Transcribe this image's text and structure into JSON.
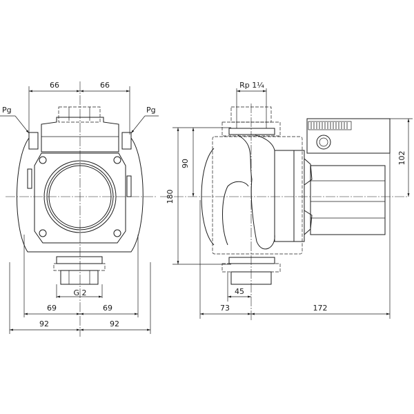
{
  "drawing": {
    "front_view": {
      "dim_top_left": "66",
      "dim_top_right": "66",
      "label_pg_left": "Pg",
      "label_pg_right": "Pg",
      "dim_thread": "G 2",
      "dim_69_left": "69",
      "dim_69_right": "69",
      "dim_92_left": "92",
      "dim_92_right": "92"
    },
    "side_view": {
      "dim_thread": "Rp 1¼",
      "dim_height": "180",
      "dim_half_height": "90",
      "dim_motor_height": "102",
      "dim_45": "45",
      "dim_73": "73",
      "dim_172": "172"
    }
  }
}
